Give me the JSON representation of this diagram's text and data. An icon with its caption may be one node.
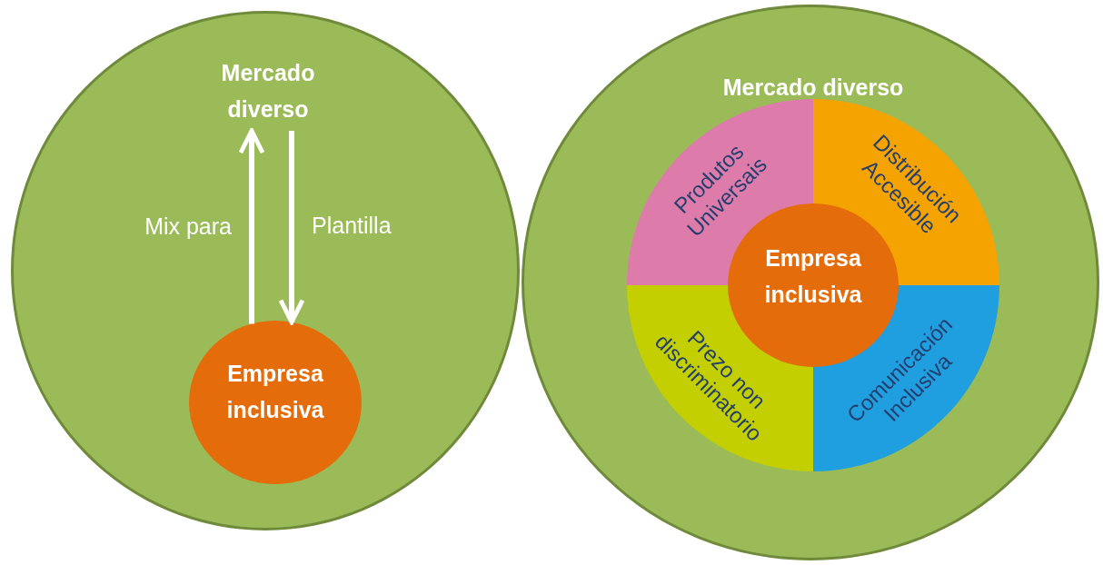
{
  "diagram": {
    "nodes": [
      {
        "text": [],
        "shape": "circle"
      },
      {
        "text": [
          "Mercado diverso"
        ],
        "in": 0
      },
      {
        "text": [
          "Empresa inclusiva"
        ],
        "in": 0
      },
      {
        "text": [
          "Mercado diverso"
        ]
      },
      {
        "text": [
          "Produtos Universais"
        ],
        "in": 3
      },
      {
        "text": [
          "Distribución Accesible"
        ],
        "in": 3
      },
      {
        "text": [
          "Prezo non discriminatorio"
        ],
        "in": 3
      },
      {
        "text": [
          "Comunicación Inclusiva"
        ],
        "in": 3
      },
      {
        "text": [
          "Empresa inclusiva"
        ],
        "in": 3
      }
    ],
    "edges": [
      {
        "from": 2,
        "to": 1,
        "arrow": "to",
        "label": "Mix para"
      },
      {
        "from": 1,
        "to": 2,
        "arrow": "to",
        "label": "Plantilla"
      }
    ]
  }
}
